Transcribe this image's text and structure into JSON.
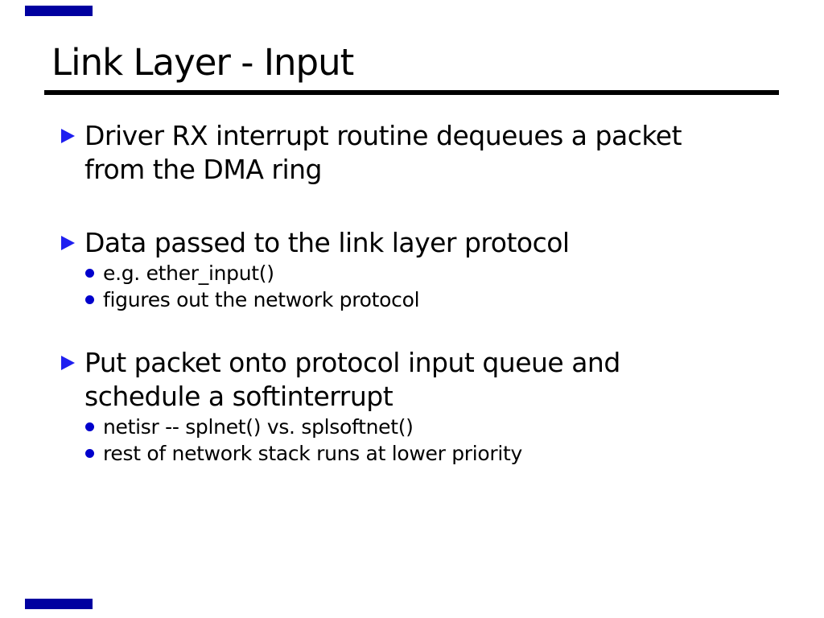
{
  "slide": {
    "title": "Link Layer - Input",
    "bullets": [
      {
        "text": [
          "Driver RX interrupt routine dequeues a packet",
          "from the DMA ring"
        ],
        "subs": []
      },
      {
        "text": [
          "Data passed to the link layer protocol"
        ],
        "subs": {
          "0": "e.g. ether_input()",
          "1": "figures out the network protocol"
        }
      },
      {
        "text": [
          "Put packet onto protocol input queue and",
          "schedule a softinterrupt"
        ],
        "subs": {
          "0": "netisr -- splnet() vs. splsoftnet()",
          "1": "rest of network stack runs at lower priority"
        }
      }
    ],
    "colors": {
      "corner_bar": "#0000a0",
      "triangle_bullet": "#1f1ff0",
      "dot_bullet": "#0000cc",
      "text": "#000000",
      "rule": "#000000"
    }
  }
}
